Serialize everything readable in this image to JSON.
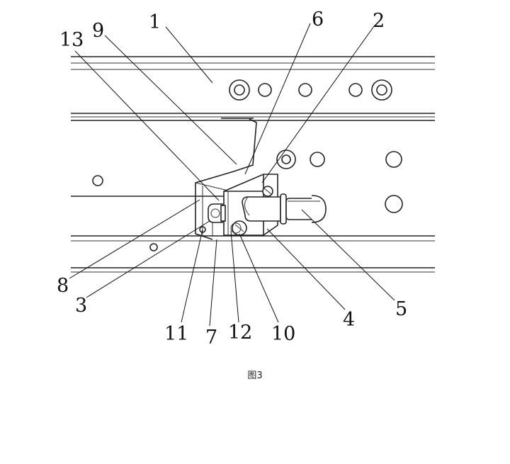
{
  "caption": "图3",
  "callouts": [
    {
      "id": "1",
      "label": "1"
    },
    {
      "id": "2",
      "label": "2"
    },
    {
      "id": "3",
      "label": "3"
    },
    {
      "id": "4",
      "label": "4"
    },
    {
      "id": "5",
      "label": "5"
    },
    {
      "id": "6",
      "label": "6"
    },
    {
      "id": "7",
      "label": "7"
    },
    {
      "id": "8",
      "label": "8"
    },
    {
      "id": "9",
      "label": "9"
    },
    {
      "id": "10",
      "label": "10"
    },
    {
      "id": "11",
      "label": "11"
    },
    {
      "id": "12",
      "label": "12"
    },
    {
      "id": "13",
      "label": "13"
    }
  ]
}
